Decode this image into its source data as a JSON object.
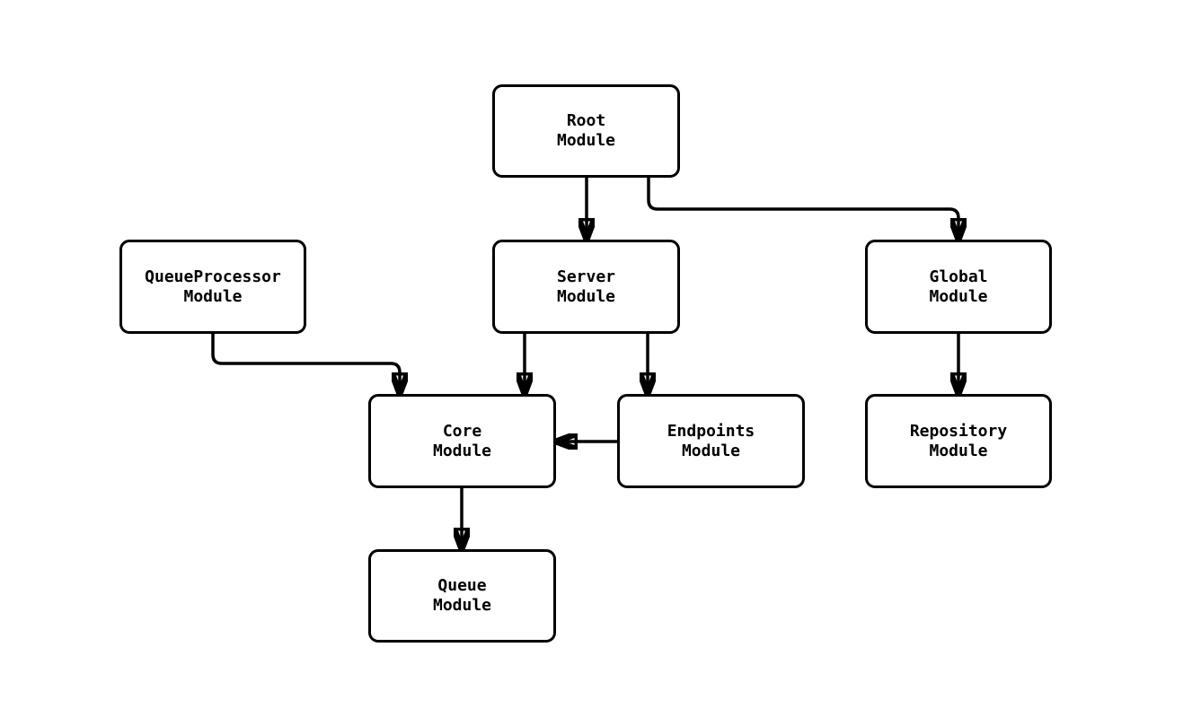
{
  "diagram": {
    "background_color": "#ffffff",
    "line_color": "#000000",
    "box_fill": "#ffffff",
    "box_border_color": "#000000",
    "nodes": {
      "root": {
        "line1": "Root",
        "line2": "Module"
      },
      "queue_processor": {
        "line1": "QueueProcessor",
        "line2": "Module"
      },
      "server": {
        "line1": "Server",
        "line2": "Module"
      },
      "global": {
        "line1": "Global",
        "line2": "Module"
      },
      "core": {
        "line1": "Core",
        "line2": "Module"
      },
      "endpoints": {
        "line1": "Endpoints",
        "line2": "Module"
      },
      "repository": {
        "line1": "Repository",
        "line2": "Module"
      },
      "queue": {
        "line1": "Queue",
        "line2": "Module"
      }
    },
    "edges": [
      {
        "from": "Root Module",
        "to": "Server Module"
      },
      {
        "from": "Root Module",
        "to": "Global Module"
      },
      {
        "from": "QueueProcessor Module",
        "to": "Core Module"
      },
      {
        "from": "Server Module",
        "to": "Core Module"
      },
      {
        "from": "Server Module",
        "to": "Endpoints Module"
      },
      {
        "from": "Endpoints Module",
        "to": "Core Module"
      },
      {
        "from": "Global Module",
        "to": "Repository Module"
      },
      {
        "from": "Core Module",
        "to": "Queue Module"
      }
    ]
  }
}
